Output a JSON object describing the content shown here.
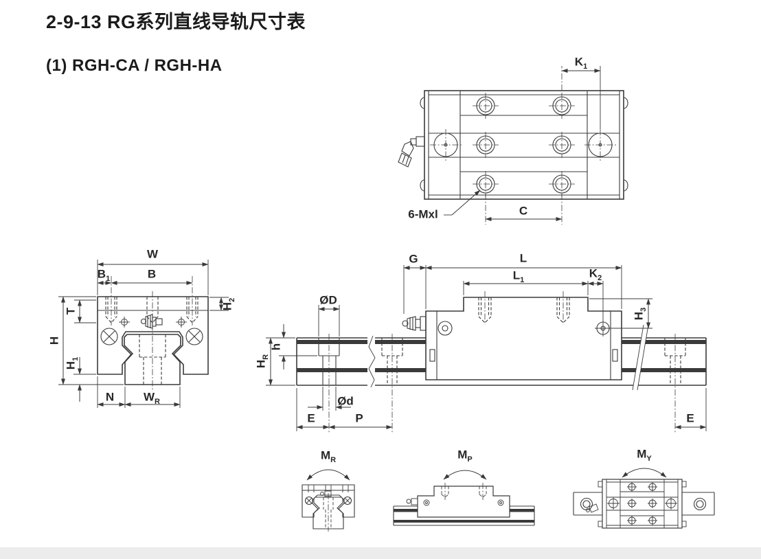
{
  "page": {
    "title": "2-9-13 RG系列直线导轨尺寸表",
    "subtitle": "(1) RGH-CA / RGH-HA"
  },
  "colors": {
    "line": "#3a3a3a",
    "text": "#272727",
    "footer_bar": "#ececec",
    "background": "#ffffff"
  },
  "dims": {
    "k1": {
      "base": "K",
      "sub": "1"
    },
    "c": {
      "base": "C"
    },
    "mxl": {
      "base": "6-Mxl"
    },
    "w": {
      "base": "W"
    },
    "b1": {
      "base": "B",
      "sub": "1"
    },
    "b": {
      "base": "B"
    },
    "t": {
      "base": "T"
    },
    "h2": {
      "base": "H",
      "sub": "2"
    },
    "h": {
      "base": "H"
    },
    "h1": {
      "base": "H",
      "sub": "1"
    },
    "n": {
      "base": "N"
    },
    "wr": {
      "base": "W",
      "sub": "R"
    },
    "g": {
      "base": "G"
    },
    "l": {
      "base": "L"
    },
    "l1": {
      "base": "L",
      "sub": "1"
    },
    "k2": {
      "base": "K",
      "sub": "2"
    },
    "h3": {
      "base": "H",
      "sub": "3"
    },
    "od": {
      "base": "ØD"
    },
    "hsm": {
      "base": "h"
    },
    "hr": {
      "base": "H",
      "sub": "R"
    },
    "odsm": {
      "base": "Ød"
    },
    "e1": {
      "base": "E"
    },
    "p": {
      "base": "P"
    },
    "e2": {
      "base": "E"
    },
    "mr": {
      "base": "M",
      "sub": "R"
    },
    "mp": {
      "base": "M",
      "sub": "P"
    },
    "my": {
      "base": "M",
      "sub": "Y"
    }
  }
}
